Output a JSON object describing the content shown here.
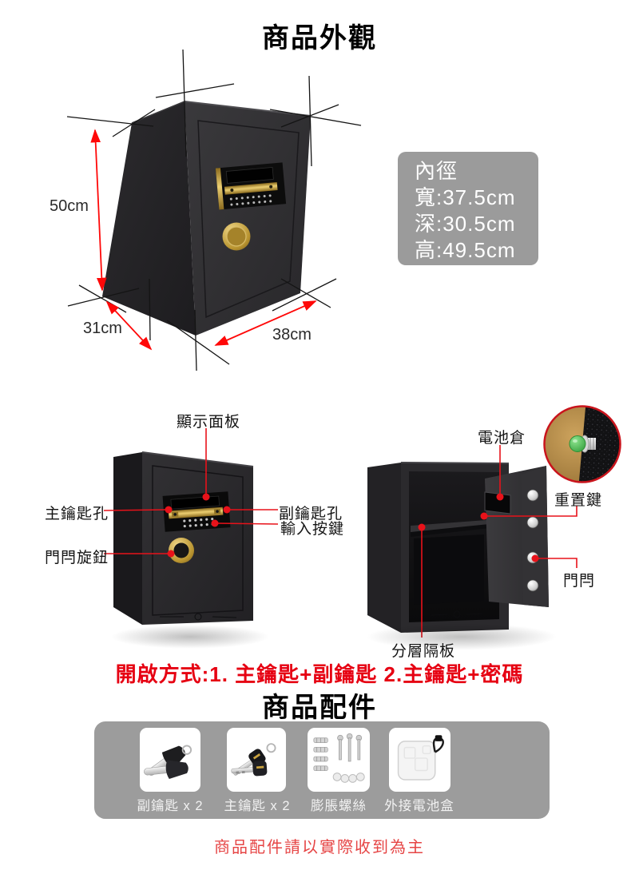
{
  "appearance": {
    "title": "商品外觀",
    "outer_height": "50cm",
    "outer_depth": "31cm",
    "outer_width": "38cm",
    "inner": {
      "heading": "內徑",
      "width_line": "寬:37.5cm",
      "depth_line": "深:30.5cm",
      "height_line": "高:49.5cm"
    }
  },
  "features": {
    "display_panel": "顯示面板",
    "main_keyhole": "主鑰匙孔",
    "sub_keyhole": "副鑰匙孔",
    "input_keys": "輸入按鍵",
    "latch_knob": "門閂旋鈕",
    "battery_compartment": "電池倉",
    "reset_key": "重置鍵",
    "door_latch": "門閂",
    "shelf_divider": "分層隔板"
  },
  "open_methods": "開啟方式:1. 主鑰匙+副鑰匙  2.主鑰匙+密碼",
  "accessories": {
    "title": "商品配件",
    "items": [
      {
        "name": "sub-keys",
        "label": "副鑰匙 x 2"
      },
      {
        "name": "main-keys",
        "label": "主鑰匙 x 2"
      },
      {
        "name": "expansion-screws",
        "label": "膨脹螺絲"
      },
      {
        "name": "external-battery-box",
        "label": "外接電池盒"
      }
    ],
    "note": "商品配件請以實際收到為主"
  },
  "colors": {
    "accent_red": "#e60012",
    "callout_red": "#e8121a",
    "dimension_red": "#ff0808",
    "inner_box_gray": "#9b9b9b",
    "strip_gray": "#9c9c9c",
    "gold": "#c9a23e",
    "safe_body": "#2b2a2d",
    "note_red": "#e64545"
  }
}
